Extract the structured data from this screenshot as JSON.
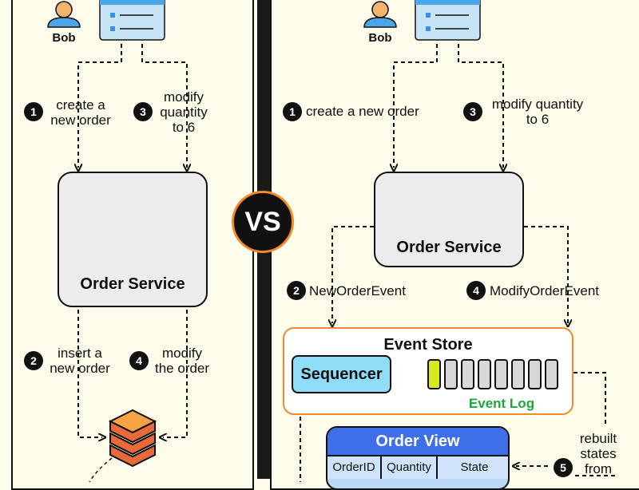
{
  "left": {
    "user_name": "Bob",
    "step1": {
      "num": "1",
      "line1": "create a",
      "line2": "new order"
    },
    "step3": {
      "num": "3",
      "line1": "modify",
      "line2": "quantity",
      "line3": "to 6"
    },
    "service_title": "Order Service",
    "step2": {
      "num": "2",
      "line1": "insert a",
      "line2": "new order"
    },
    "step4": {
      "num": "4",
      "line1": "modify",
      "line2": "the order"
    }
  },
  "vs": "VS",
  "right": {
    "user_name": "Bob",
    "step1": {
      "num": "1",
      "text": "create a new order"
    },
    "step3": {
      "num": "3",
      "line1": "modify quantity",
      "line2": "to 6"
    },
    "service_title": "Order Service",
    "step2": {
      "num": "2",
      "text": "NewOrderEvent"
    },
    "step4": {
      "num": "4",
      "text": "ModifyOrderEvent"
    },
    "event_store": {
      "title": "Event Store",
      "sequencer": "Sequencer",
      "log_label": "Event Log",
      "log_cells": 8
    },
    "order_view": {
      "title": "Order View",
      "columns": [
        "OrderID",
        "Quantity",
        "State"
      ]
    },
    "step5": {
      "num": "5",
      "line1": "rebuilt",
      "line2": "states",
      "line3": "from"
    }
  },
  "colors": {
    "background": "#fdfbe9",
    "accent_orange": "#f08a2c",
    "sequencer": "#8fdcf6",
    "log_first": "#d7ea1e",
    "event_log_text": "#1aa83a",
    "order_view_header": "#3f6fe8",
    "user_skin": "#f2b36c",
    "user_shirt": "#4aa6e8",
    "agent_shirt": "#f28bb8",
    "db_orange": "#f08a2c"
  }
}
